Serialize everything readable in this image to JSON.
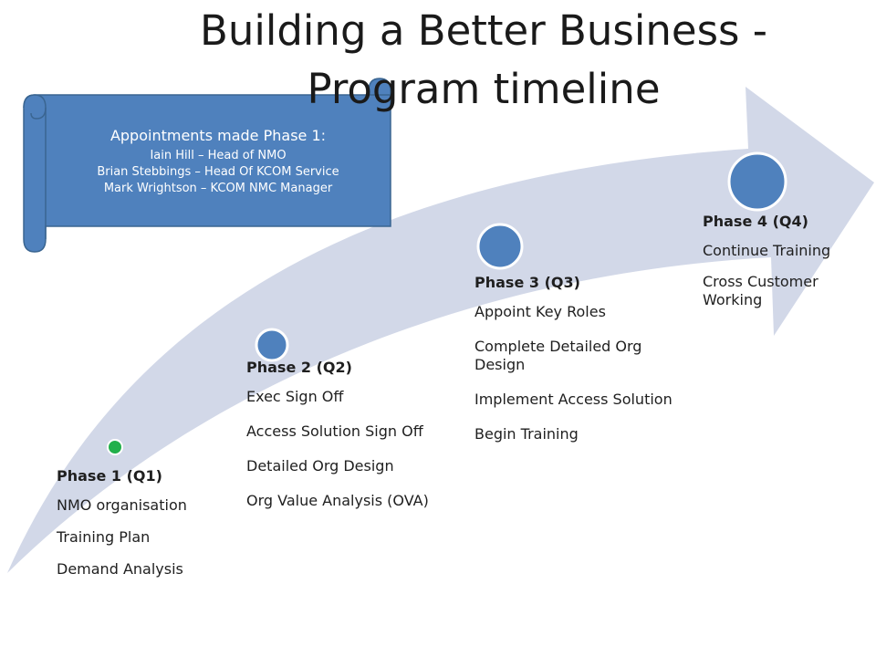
{
  "title": "Building a Better Business - Program timeline",
  "colors": {
    "arrow_fill": "#d2d8e8",
    "marker_fill": "#4f81bd",
    "marker_stroke": "#ffffff",
    "phase1_marker": "#22b04b",
    "banner_fill": "#4f81bd",
    "banner_stroke": "#3a6591"
  },
  "banner": {
    "heading": "Appointments made Phase 1:",
    "lines": [
      "Iain Hill – Head of NMO",
      "Brian Stebbings – Head Of KCOM Service",
      "Mark Wrightson – KCOM NMC Manager"
    ]
  },
  "phases": [
    {
      "title": "Phase 1 (Q1)",
      "items": [
        "NMO organisation",
        "Training Plan",
        "Demand Analysis"
      ]
    },
    {
      "title": "Phase 2 (Q2)",
      "items": [
        "Exec Sign Off",
        "Access Solution Sign Off",
        "Detailed Org Design",
        "Org Value Analysis (OVA)"
      ]
    },
    {
      "title": "Phase 3 (Q3)",
      "items": [
        "Appoint Key Roles",
        "Complete Detailed Org Design",
        "Implement Access Solution",
        "Begin Training"
      ]
    },
    {
      "title": "Phase 4 (Q4)",
      "items": [
        "Continue Training",
        "Cross Customer Working"
      ]
    }
  ]
}
